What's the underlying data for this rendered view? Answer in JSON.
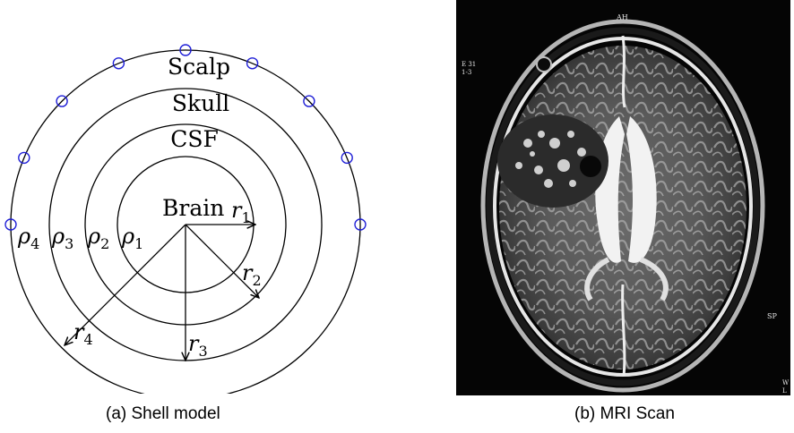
{
  "shell_model": {
    "layers": [
      "Scalp",
      "Skull",
      "CSF",
      "Brain"
    ],
    "conductivity_labels": [
      {
        "base": "ρ",
        "sub": "4"
      },
      {
        "base": "ρ",
        "sub": "3"
      },
      {
        "base": "ρ",
        "sub": "2"
      },
      {
        "base": "ρ",
        "sub": "1"
      }
    ],
    "radius_labels": [
      {
        "base": "r",
        "sub": "1"
      },
      {
        "base": "r",
        "sub": "2"
      },
      {
        "base": "r",
        "sub": "3"
      },
      {
        "base": "r",
        "sub": "4"
      }
    ],
    "electrode_color": "#1f1fd6",
    "electrode_count": 9
  },
  "mri": {
    "overlay_labels": [
      "AH",
      "E 31",
      "1-3",
      "SP",
      "W",
      "L"
    ]
  },
  "captions": {
    "a": "(a) Shell model",
    "b": "(b) MRI Scan"
  }
}
